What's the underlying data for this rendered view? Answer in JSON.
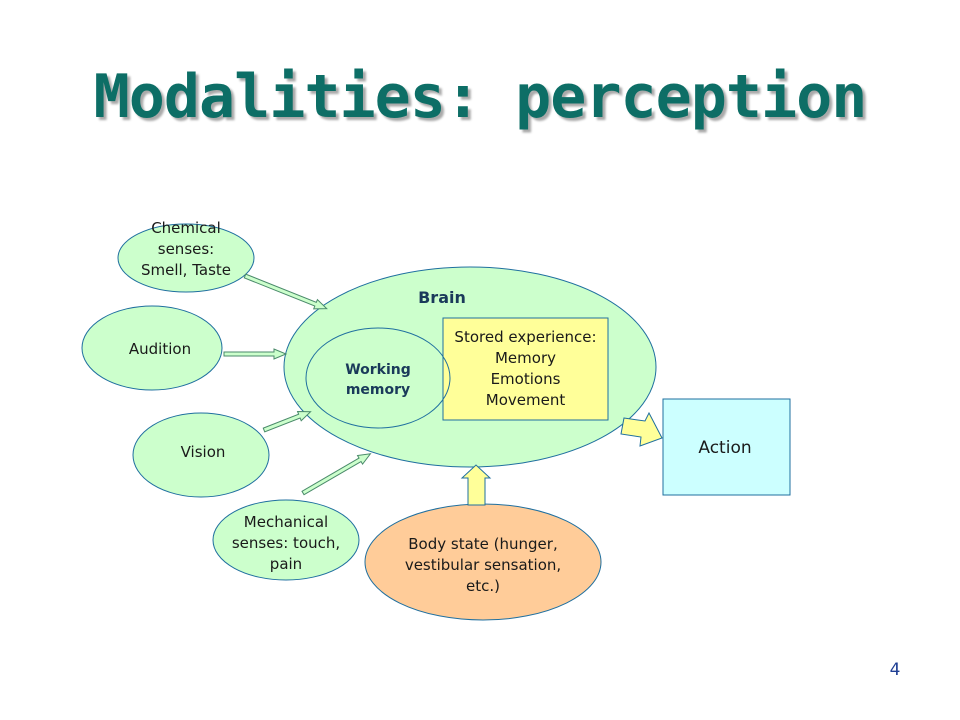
{
  "slide": {
    "title": "Modalities: perception",
    "page_number": "4"
  },
  "diagram": {
    "senses": {
      "chemical": "Chemical\nsenses:\nSmell, Taste",
      "audition": "Audition",
      "vision": "Vision",
      "mechanical": "Mechanical\nsenses: touch,\npain"
    },
    "brain_label": "Brain",
    "working_memory": "Working\nmemory",
    "stored_experience": "Stored experience:\nMemory\nEmotions\nMovement",
    "action": "Action",
    "body_state": "Body state (hunger,\nvestibular sensation,\netc.)"
  },
  "colors": {
    "title": "#0d6e66",
    "sense_fill": "#ccffcc",
    "stored_fill": "#ffff99",
    "action_fill": "#ccffff",
    "body_fill": "#ffcc99",
    "outline": "#1f6f9f"
  }
}
